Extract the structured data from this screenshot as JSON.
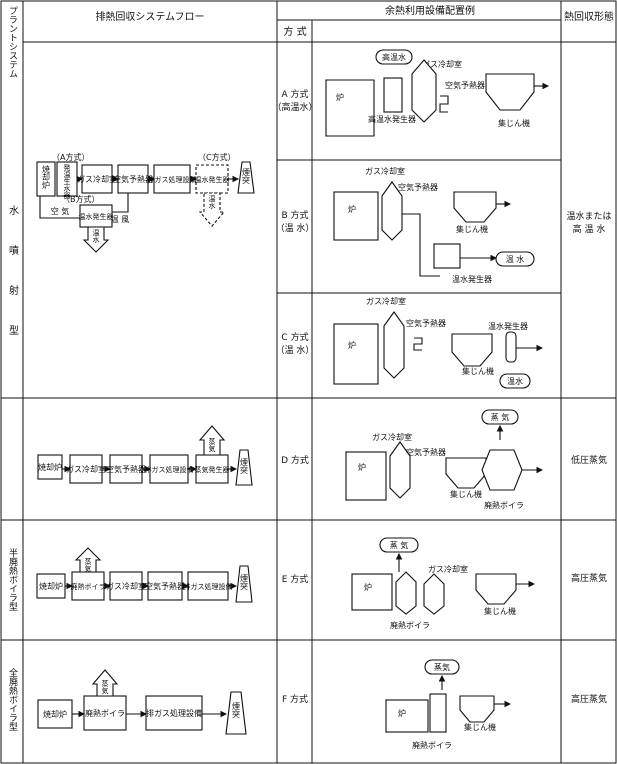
{
  "header": {
    "system_col": "プラントシステム",
    "flow_col": "排熱回収システムフロー",
    "method_col": "方 式",
    "equip_col": "余熱利用設備配置例",
    "form_col": "熱回収形態"
  },
  "groups": {
    "water_spray": "水噴射型",
    "semi_boiler": "半廃熱ボイラ型",
    "full_boiler": "全廃熱ボイラ型"
  },
  "methods": {
    "A": [
      "A 方式",
      "（高温水）"
    ],
    "B": [
      "B 方式",
      "（温 水）"
    ],
    "C": [
      "C 方式",
      "（温 水）"
    ],
    "D": "D 方式",
    "E": "E 方式",
    "F": "F 方式"
  },
  "forms": {
    "water": [
      "温水または",
      "高 温 水"
    ],
    "low_steam": "低圧蒸気",
    "high_steam_e": "高圧蒸気",
    "high_steam_f": "高圧蒸気"
  },
  "flow1": {
    "incinerator": "焼却炉",
    "hot_water_gen_a": "発温生水器",
    "gas_cooler": "ガス冷却室",
    "air_preheater": "空気予熱器",
    "gas_treatment": "排ガス処理設備",
    "hot_water_gen_c": "温水発生器",
    "stack": "煙突",
    "label_a": "（A方式）",
    "label_b": "（B方式）",
    "label_c": "（C方式）",
    "hot_water_gen_b": "温水発生器",
    "air": "空 気",
    "warm_air": "温 風",
    "warm_water": "温水",
    "warm_water_c": "温水"
  },
  "flow_d": {
    "incinerator": "焼却炉",
    "gas_cooler": "ガス冷却室",
    "air_preheater": "空気予熱器",
    "gas_treatment": "排ガス処理設備",
    "steam_gen": "蒸気発生器",
    "steam": "蒸気",
    "stack": "煙突"
  },
  "flow_e": {
    "incinerator": "焼却炉",
    "boiler": "廃熱ボイラ",
    "gas_cooler": "ガス冷却室",
    "air_preheater": "空気予熱器",
    "gas_treatment": "排ガス処理設備",
    "steam": "蒸気",
    "stack": "煙突"
  },
  "flow_f": {
    "incinerator": "焼却炉",
    "boiler": "廃熱ボイラ",
    "gas_treatment": "排ガス処理設備",
    "steam": "蒸気",
    "stack": "煙突"
  },
  "eqA": {
    "hot_water": "高温水",
    "gas_cooler": "ガス冷却室",
    "air_preheater": "空気予熱器",
    "furnace": "炉",
    "hw_gen": "高温水発生器",
    "dust": "集じん機"
  },
  "eqB": {
    "gas_cooler": "ガス冷却室",
    "air_preheater": "空気予熱器",
    "furnace": "炉",
    "dust": "集じん機",
    "warm_water": "温 水",
    "ww_gen": "温水発生器"
  },
  "eqC": {
    "gas_cooler": "ガス冷却室",
    "air_preheater": "空気予熱器",
    "ww_gen": "温水発生器",
    "furnace": "炉",
    "dust": "集じん機",
    "warm_water": "温水"
  },
  "eqD": {
    "steam": "蒸 気",
    "gas_cooler": "ガス冷却室",
    "air_preheater": "空気予熱器",
    "furnace": "炉",
    "dust": "集じん機",
    "boiler": "廃熱ボイラ"
  },
  "eqE": {
    "steam": "蒸 気",
    "gas_cooler": "ガス冷却室",
    "furnace": "炉",
    "boiler": "廃熱ボイラ",
    "dust": "集じん機"
  },
  "eqF": {
    "steam": "蒸気",
    "furnace": "炉",
    "dust": "集じん機",
    "boiler": "廃熱ボイラ"
  }
}
